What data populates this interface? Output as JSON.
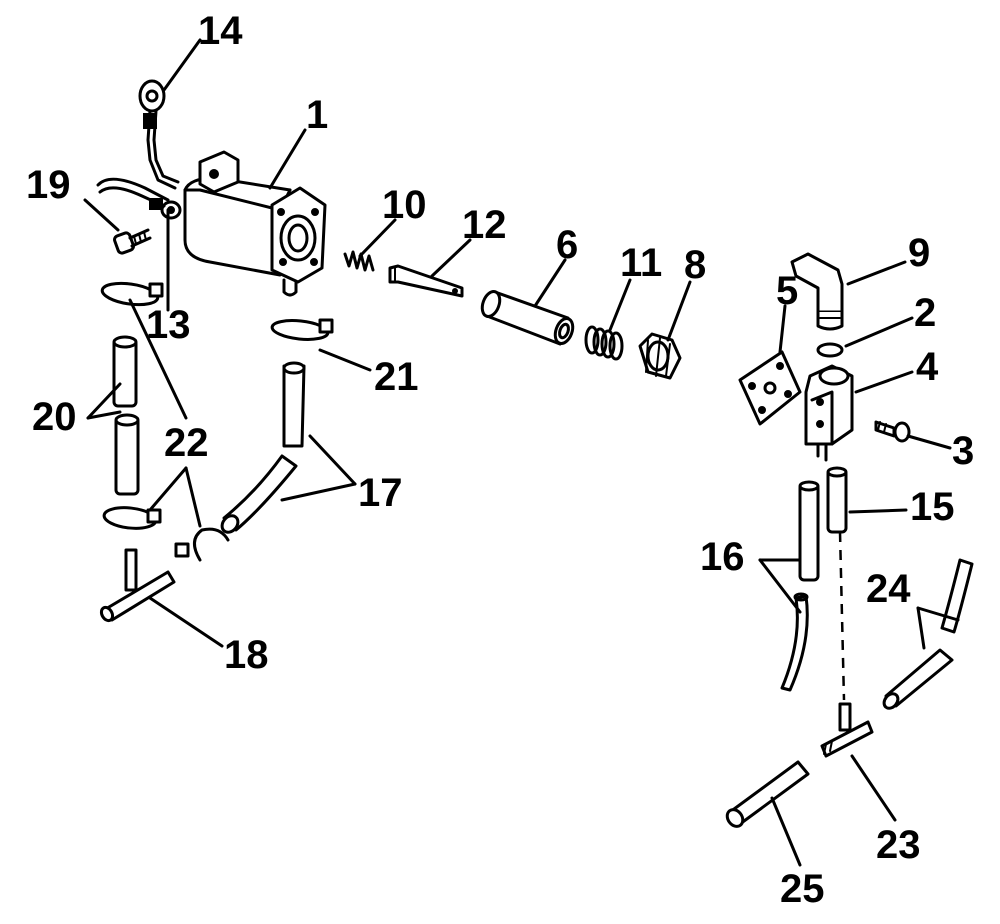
{
  "diagram": {
    "labels": {
      "l1": "1",
      "l2": "2",
      "l3": "3",
      "l4": "4",
      "l5": "5",
      "l6": "6",
      "l8": "8",
      "l9": "9",
      "l10": "10",
      "l11": "11",
      "l12": "12",
      "l13": "13",
      "l14": "14",
      "l15": "15",
      "l16": "16",
      "l17": "17",
      "l18": "18",
      "l19": "19",
      "l20": "20",
      "l21": "21",
      "l22": "22",
      "l23": "23",
      "l24": "24",
      "l25": "25"
    }
  }
}
